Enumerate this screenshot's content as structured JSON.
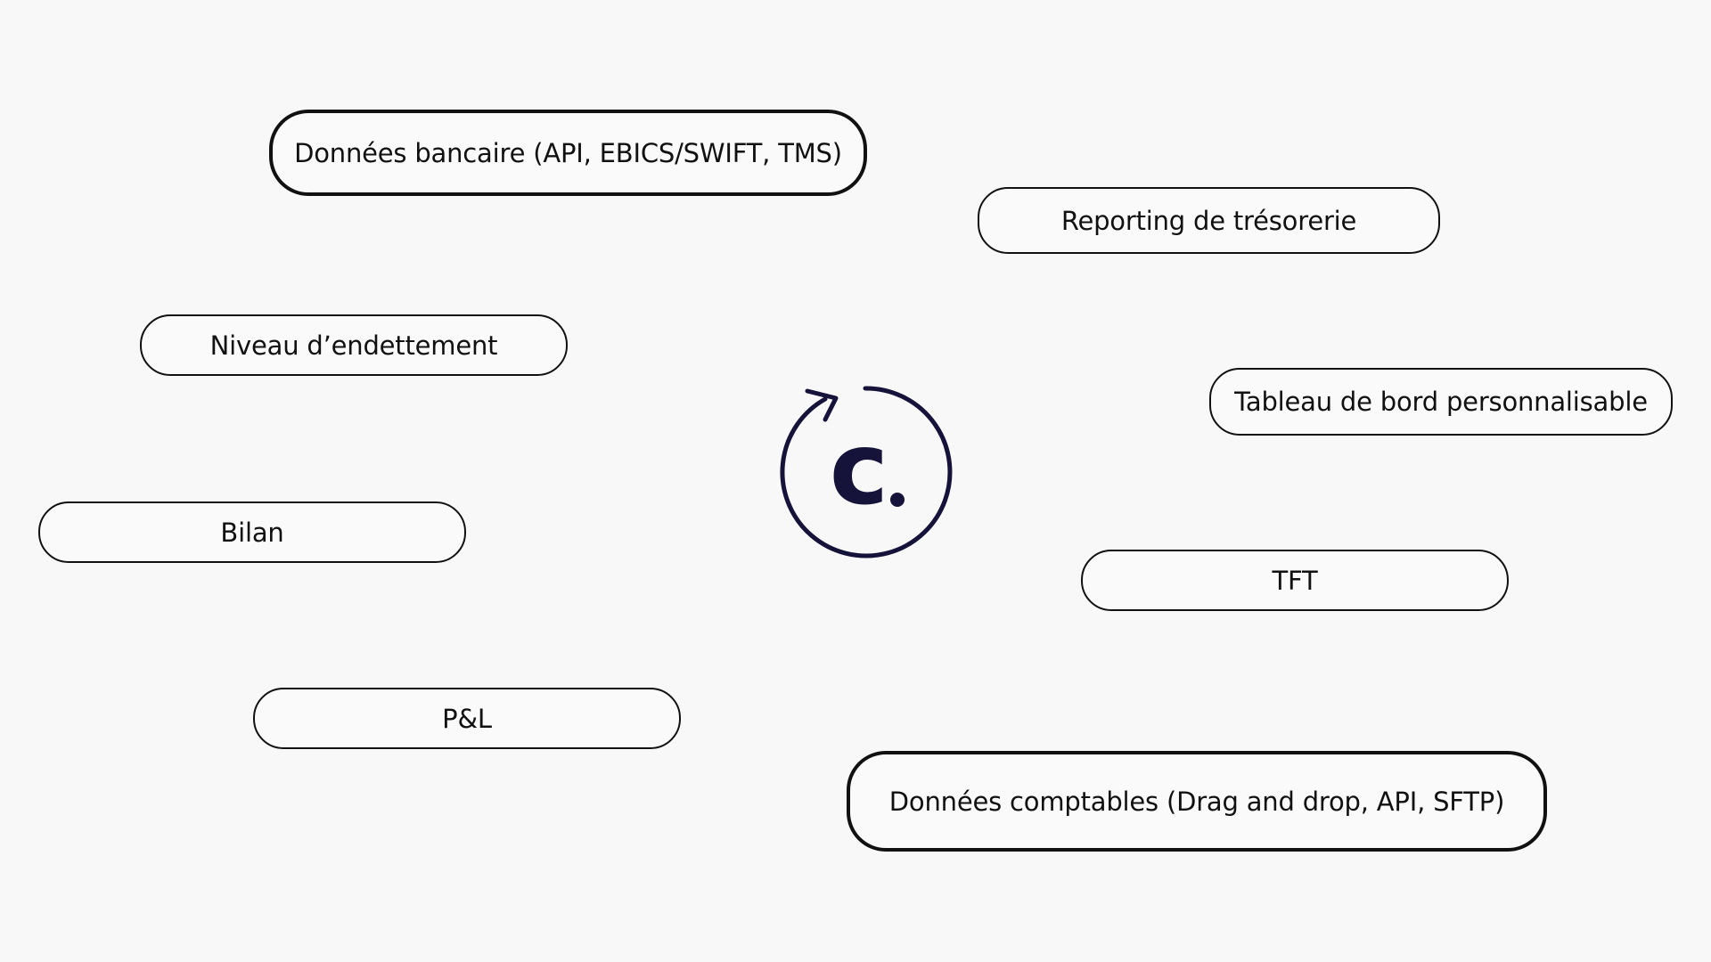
{
  "nodes": {
    "banking": "Données bancaire (API, EBICS/SWIFT, TMS)",
    "reporting": "Reporting de trésorerie",
    "debt": "Niveau d’endettement",
    "dashboard": "Tableau de bord personnalisable",
    "bilan": "Bilan",
    "tft": "TFT",
    "pl": "P&L",
    "accounting": "Données comptables (Drag and drop, API, SFTP)"
  },
  "logo": {
    "letter": "c",
    "icon": "refresh-cycle-icon",
    "color": "#15133a"
  },
  "colors": {
    "background": "#f8f8f8",
    "border": "#111111",
    "text": "#111111"
  }
}
